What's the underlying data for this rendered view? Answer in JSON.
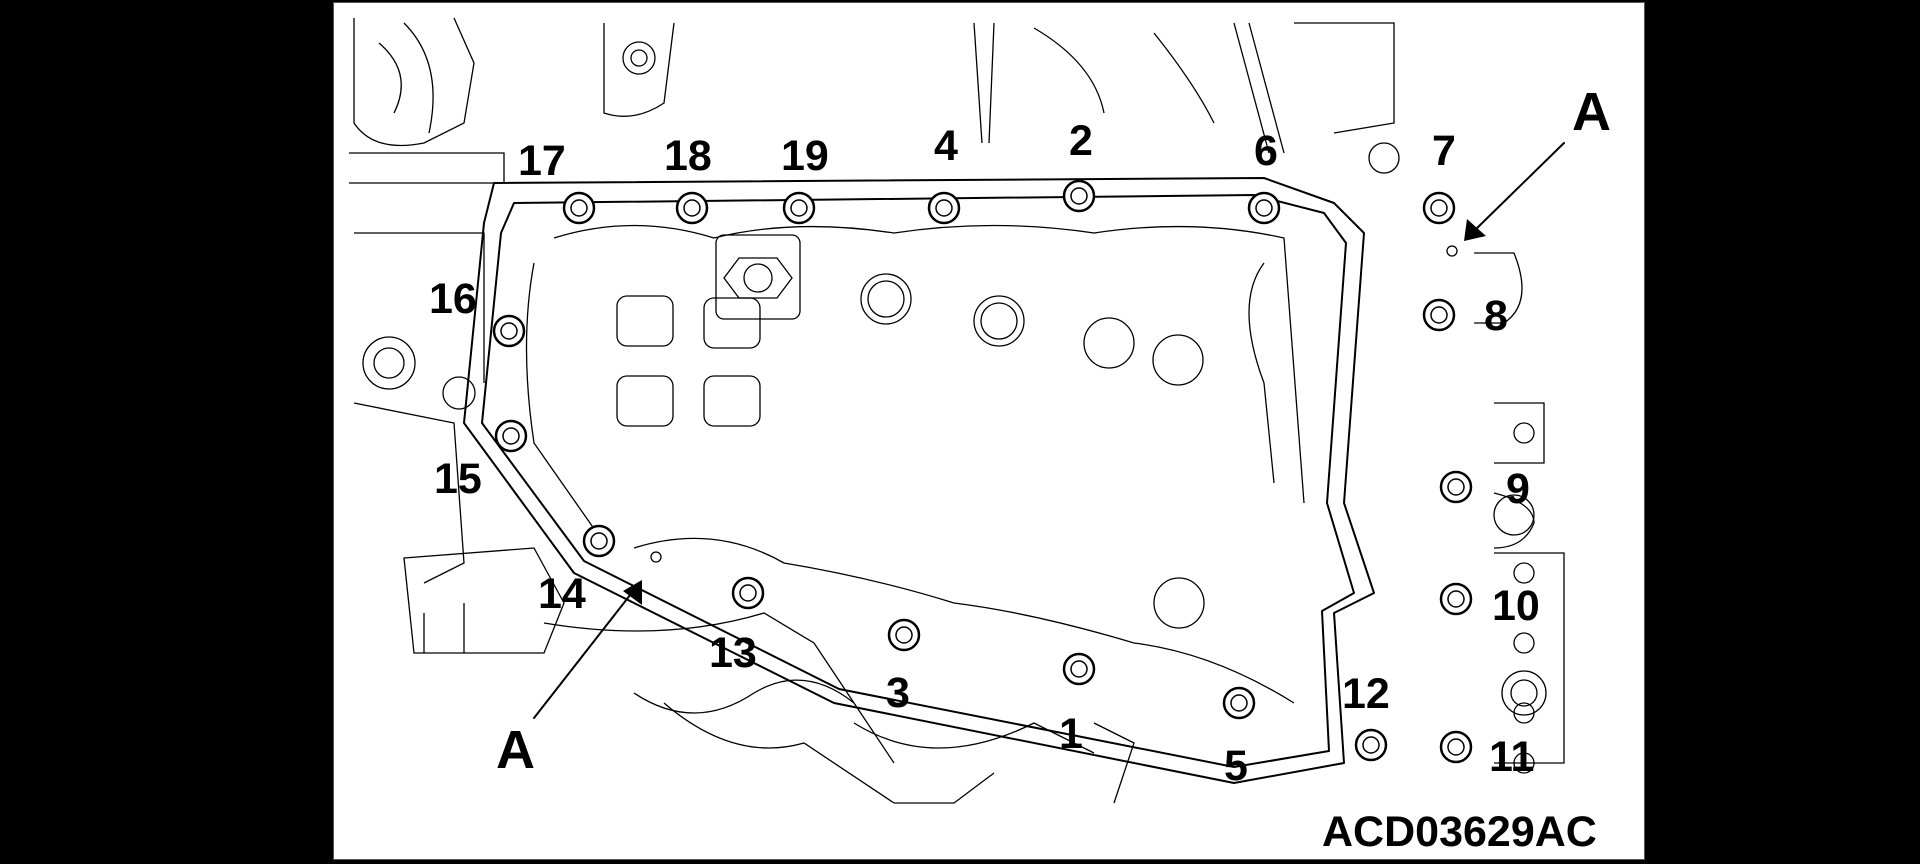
{
  "figure": {
    "code": "ACD03629AC",
    "callout_letter": "A",
    "bolt_numbers": [
      "1",
      "2",
      "3",
      "4",
      "5",
      "6",
      "7",
      "8",
      "9",
      "10",
      "11",
      "12",
      "13",
      "14",
      "15",
      "16",
      "17",
      "18",
      "19"
    ]
  }
}
